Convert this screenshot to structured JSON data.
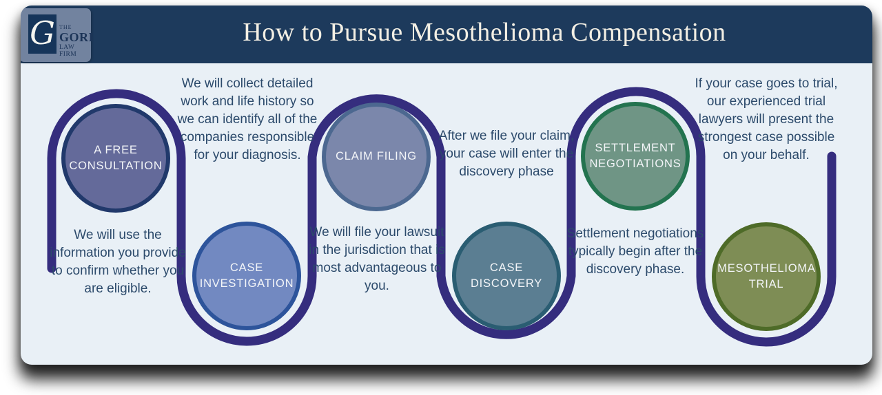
{
  "brand": {
    "monogram": "G",
    "line1": "THE",
    "line2": "GORI",
    "line3": "LAW FIRM"
  },
  "header": {
    "title": "How to Pursue Mesothelioma Compensation"
  },
  "path_color": "#352d7e",
  "colors": {
    "header_bg": "#1d3a5c",
    "card_bg": "#e9f0f6",
    "body_text": "#2c4a6b",
    "logo_box_bg": "#72839f",
    "logo_text": "#1c3457"
  },
  "steps": [
    {
      "label": "A FREE CONSULTATION",
      "description": "We will use the information you provide to confirm whether you are eligible.",
      "fill": "#646a9a",
      "border": "#21396b",
      "circle_position": "top",
      "description_position": "below"
    },
    {
      "label": "CASE INVESTIGATION",
      "description": "We will collect detailed work and life history so we can identify all of the companies responsible for your diagnosis.",
      "fill": "#7289c1",
      "border": "#2d549b",
      "circle_position": "bottom",
      "description_position": "above"
    },
    {
      "label": "CLAIM FILING",
      "description": "We will file your lawsuit in the jurisdiction that is most advantageous to you.",
      "fill": "#7b87ab",
      "border": "#4c6890",
      "circle_position": "top",
      "description_position": "below"
    },
    {
      "label": "CASE DISCOVERY",
      "description": "After we file your claim, your case will enter the discovery phase",
      "fill": "#5b7e92",
      "border": "#2a5d72",
      "circle_position": "bottom",
      "description_position": "above"
    },
    {
      "label": "SETTLEMENT NEGOTIATIONS",
      "description": "Settlement negotiations typically begin after the discovery phase.",
      "fill": "#6f9585",
      "border": "#23734f",
      "circle_position": "top",
      "description_position": "below"
    },
    {
      "label": "MESOTHELIOMA TRIAL",
      "description": "If your case goes to trial, our experienced trial lawyers will present the strongest case possible on your behalf.",
      "fill": "#7e8d55",
      "border": "#4e6b28",
      "circle_position": "bottom",
      "description_position": "above"
    }
  ]
}
